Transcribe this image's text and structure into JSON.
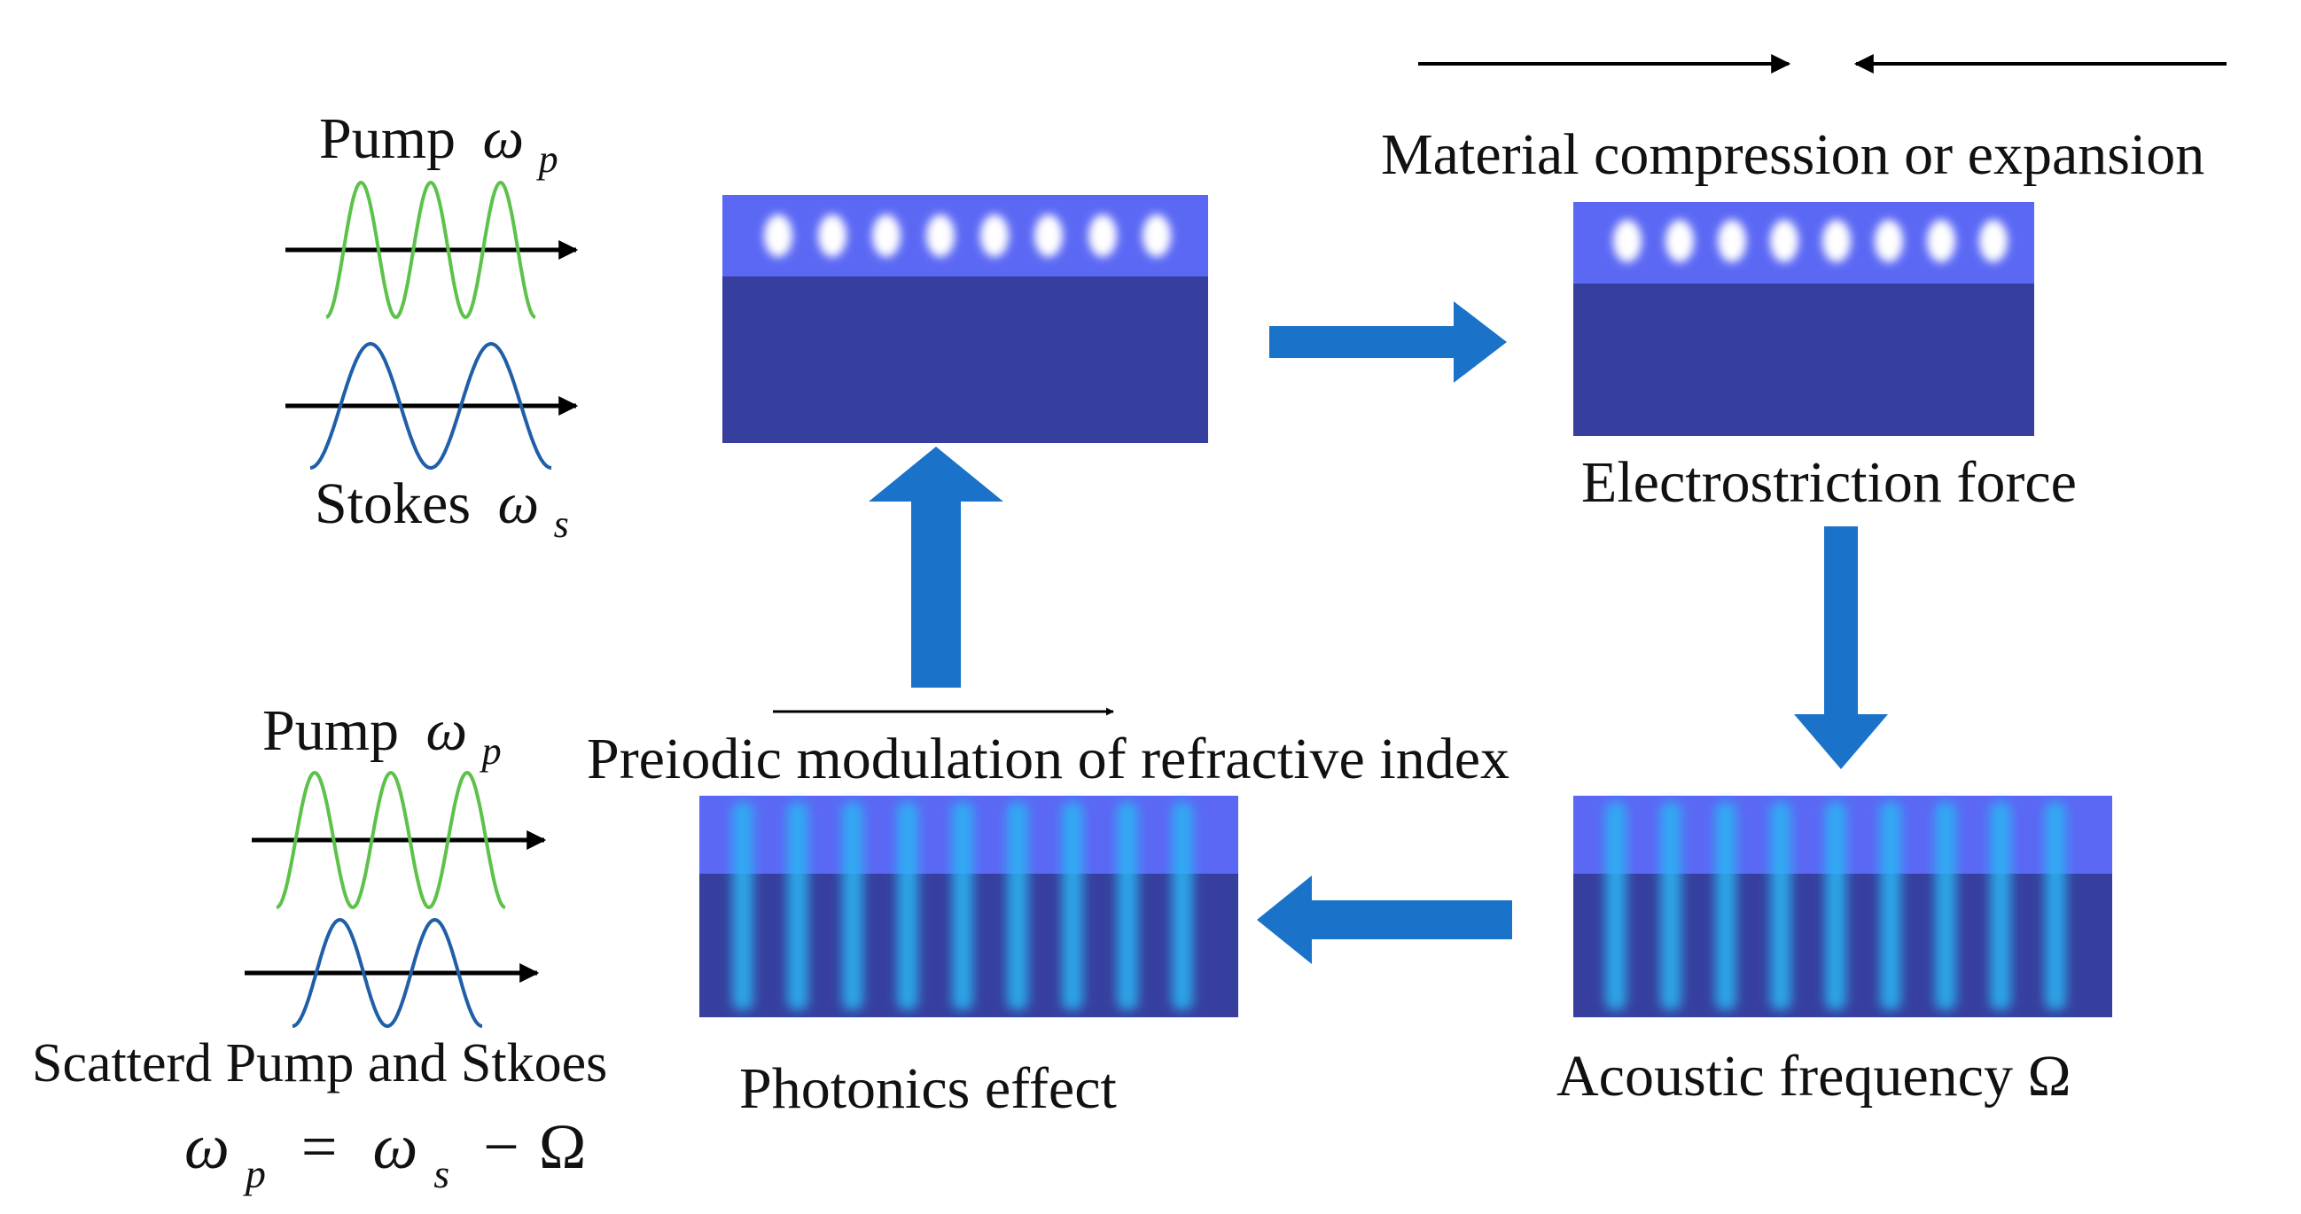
{
  "labels": {
    "pump_top": "Pump",
    "pump_top_symbol": "ω",
    "pump_top_sub": "p",
    "stokes": "Stokes",
    "stokes_symbol": "ω",
    "stokes_sub": "s",
    "material": "Material compression or expansion",
    "electrostriction": "Electrostriction force",
    "preiodic": "Preiodic modulation of refractive index",
    "pump_bottom": "Pump",
    "pump_bottom_symbol": "ω",
    "pump_bottom_sub": "p",
    "scattered": "Scatterd Pump and Stkoes",
    "photonics": "Photonics effect",
    "acoustic": "Acoustic frequency Ω",
    "equation": {
      "lhs": "ω",
      "lhs_sub": "p",
      "eq": "=",
      "rhs1": "ω",
      "rhs1_sub": "s",
      "minus": "−",
      "omega": "Ω"
    }
  },
  "colors": {
    "pump_wave": "#5cc24a",
    "stokes_wave": "#1f5fa8",
    "flow_arrow": "#1a73c9",
    "block_top": "#5b68f4",
    "block_body": "#373f9e",
    "stripe": "#2bb5f2",
    "text": "#111111"
  }
}
